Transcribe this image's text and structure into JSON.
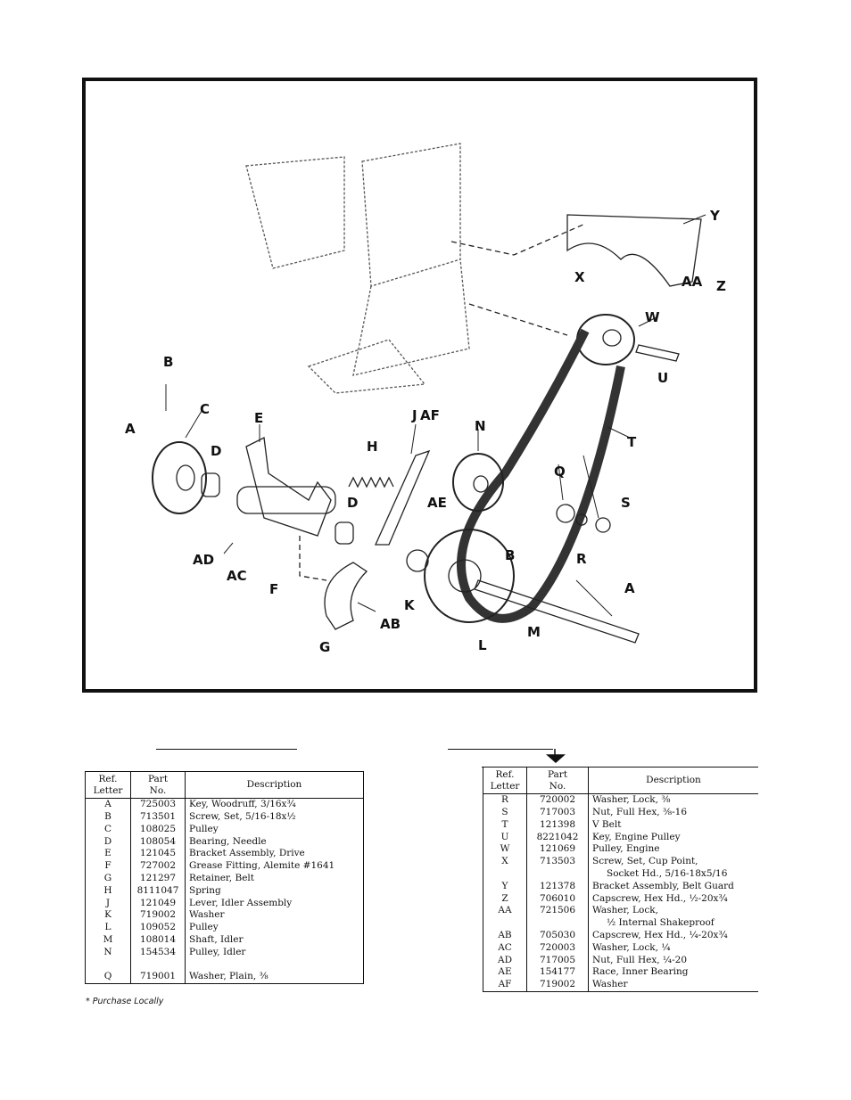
{
  "diagram": {
    "labels": [
      "A",
      "B",
      "C",
      "D",
      "E",
      "F",
      "G",
      "H",
      "J",
      "K",
      "L",
      "M",
      "N",
      "Q",
      "R",
      "S",
      "T",
      "U",
      "W",
      "X",
      "Y",
      "Z",
      "AA",
      "AB",
      "AC",
      "AD",
      "AE",
      "AF",
      "B",
      "D",
      "A"
    ]
  },
  "left_table": {
    "headers": {
      "ref": "Ref.\nLetter",
      "part": "Part\nNo.",
      "desc": "Description"
    },
    "rows": [
      {
        "ref": "A",
        "part": "725003",
        "desc": "Key, Woodruff, 3/16x¾"
      },
      {
        "ref": "B",
        "part": "713501",
        "desc": "Screw, Set, 5/16-18x½"
      },
      {
        "ref": "C",
        "part": "108025",
        "desc": "Pulley"
      },
      {
        "ref": "D",
        "part": "108054",
        "desc": "Bearing, Needle"
      },
      {
        "ref": "E",
        "part": "121045",
        "desc": "Bracket Assembly, Drive"
      },
      {
        "ref": "F",
        "part": "727002",
        "desc": "Grease Fitting, Alemite #1641"
      },
      {
        "ref": "G",
        "part": "121297",
        "desc": "Retainer, Belt"
      },
      {
        "ref": "H",
        "part": "8111047",
        "desc": "Spring"
      },
      {
        "ref": "J",
        "part": "121049",
        "desc": "Lever, Idler Assembly"
      },
      {
        "ref": "K",
        "part": "719002",
        "desc": "Washer"
      },
      {
        "ref": "L",
        "part": "109052",
        "desc": "Pulley"
      },
      {
        "ref": "M",
        "part": "108014",
        "desc": "Shaft, Idler"
      },
      {
        "ref": "N",
        "part": "154534",
        "desc": "Pulley, Idler"
      },
      {
        "ref": "",
        "part": "",
        "desc": ""
      },
      {
        "ref": "Q",
        "part": "719001",
        "desc": "Washer, Plain, ⅜"
      }
    ]
  },
  "right_table": {
    "headers": {
      "ref": "Ref.\nLetter",
      "part": "Part\nNo.",
      "desc": "Description"
    },
    "rows": [
      {
        "ref": "R",
        "part": "720002",
        "desc": "Washer, Lock, ⅜"
      },
      {
        "ref": "S",
        "part": "717003",
        "desc": "Nut, Full Hex, ⅜-16"
      },
      {
        "ref": "T",
        "part": "121398",
        "desc": "V Belt"
      },
      {
        "ref": "U",
        "part": "8221042",
        "desc": "Key, Engine Pulley"
      },
      {
        "ref": "W",
        "part": "121069",
        "desc": "Pulley, Engine"
      },
      {
        "ref": "X",
        "part": "713503",
        "desc": "Screw, Set, Cup Point,"
      },
      {
        "ref": "",
        "part": "",
        "desc": "Socket Hd., 5/16-18x5/16"
      },
      {
        "ref": "Y",
        "part": "121378",
        "desc": "Bracket Assembly, Belt Guard"
      },
      {
        "ref": "Z",
        "part": "706010",
        "desc": "Capscrew, Hex Hd., ½-20x¾"
      },
      {
        "ref": "AA",
        "part": "721506",
        "desc": "Washer, Lock,"
      },
      {
        "ref": "",
        "part": "",
        "desc": "½ Internal Shakeproof"
      },
      {
        "ref": "AB",
        "part": "705030",
        "desc": "Capscrew, Hex Hd., ¼-20x¾"
      },
      {
        "ref": "AC",
        "part": "720003",
        "desc": "Washer, Lock, ¼"
      },
      {
        "ref": "AD",
        "part": "717005",
        "desc": "Nut, Full Hex, ¼-20"
      },
      {
        "ref": "AE",
        "part": "154177",
        "desc": "Race, Inner Bearing"
      },
      {
        "ref": "AF",
        "part": "719002",
        "desc": "Washer"
      }
    ]
  },
  "footnote": "* Purchase Locally"
}
